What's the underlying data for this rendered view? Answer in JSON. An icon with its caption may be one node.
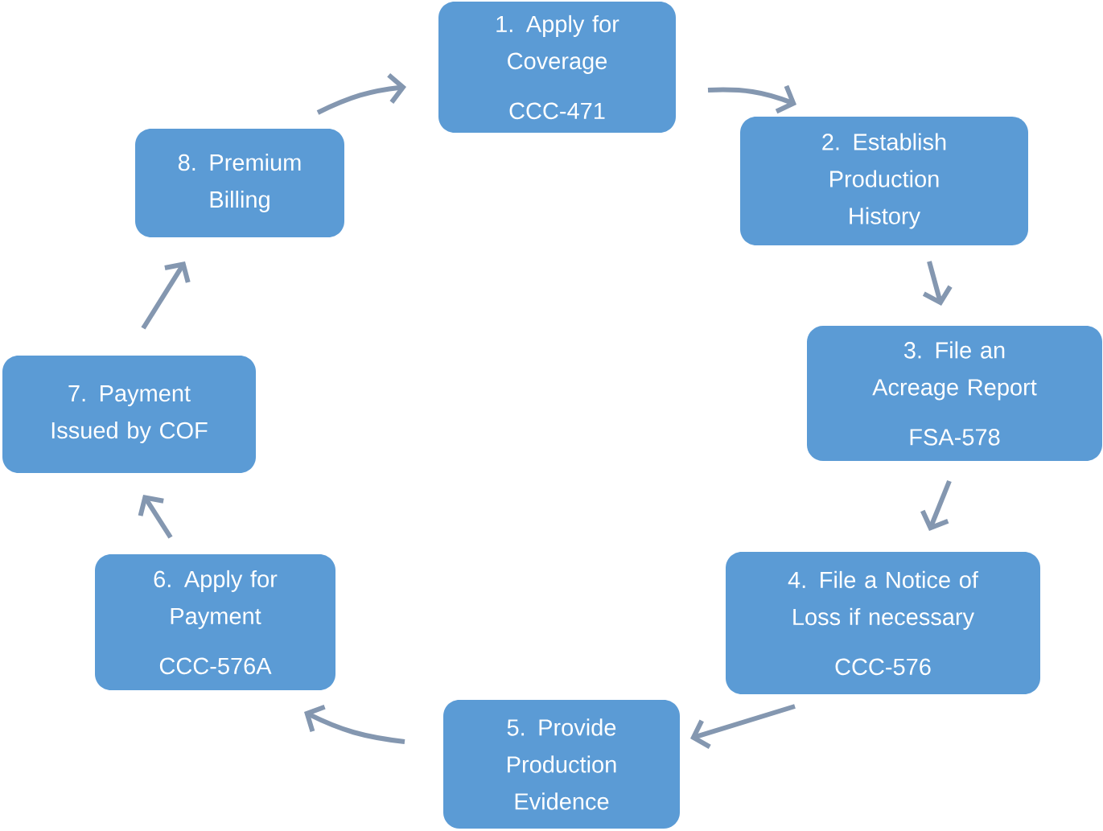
{
  "diagram": {
    "nodes": [
      {
        "text": [
          "1. Apply for Coverage",
          "CCC-471"
        ]
      },
      {
        "text": [
          "2. Establish Production History"
        ]
      },
      {
        "text": [
          "3. File an Acreage Report",
          "FSA-578"
        ]
      },
      {
        "text": [
          "4. File a Notice of Loss if necessary",
          "CCC-576"
        ]
      },
      {
        "text": [
          "5. Provide Production Evidence"
        ]
      },
      {
        "text": [
          "6. Apply for Payment",
          "CCC-576A"
        ]
      },
      {
        "text": [
          "7. Payment Issued by COF"
        ]
      },
      {
        "text": [
          "8. Premium Billing"
        ]
      }
    ],
    "edges": [
      {
        "from": 0,
        "to": 1,
        "arrow": "to"
      },
      {
        "from": 1,
        "to": 2,
        "arrow": "to"
      },
      {
        "from": 2,
        "to": 3,
        "arrow": "to"
      },
      {
        "from": 3,
        "to": 4,
        "arrow": "to"
      },
      {
        "from": 4,
        "to": 5,
        "arrow": "to"
      },
      {
        "from": 5,
        "to": 6,
        "arrow": "to"
      },
      {
        "from": 6,
        "to": 7,
        "arrow": "to"
      },
      {
        "from": 7,
        "to": 0,
        "arrow": "to"
      }
    ]
  }
}
